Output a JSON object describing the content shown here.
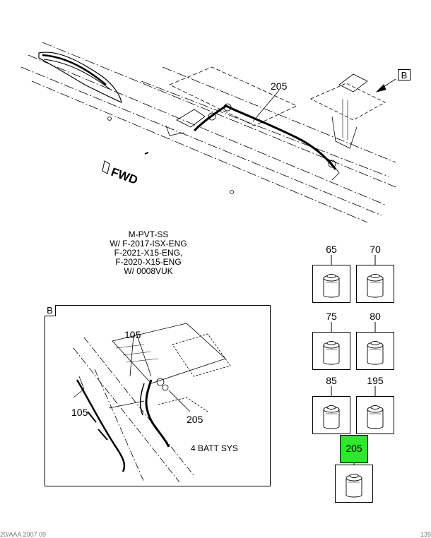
{
  "main_view": {
    "callout_205": "205",
    "view_b_marker": "B",
    "fwd_label": "FWD"
  },
  "application_note": {
    "lines": [
      "M-PVT-SS",
      "W/ F-2017-ISX-ENG",
      "F-2021-X15-ENG,",
      "F-2020-X15-ENG",
      "W/ 0008VUK"
    ]
  },
  "detail_b": {
    "letter": "B",
    "callouts": [
      "105",
      "105",
      "205"
    ],
    "caption": "4 BATT SYS"
  },
  "parts": [
    {
      "number": "65",
      "icon": "connector-icon"
    },
    {
      "number": "70",
      "icon": "connector-icon"
    },
    {
      "number": "75",
      "icon": "connector-icon"
    },
    {
      "number": "80",
      "icon": "connector-icon"
    },
    {
      "number": "85",
      "icon": "connector-icon"
    },
    {
      "number": "195",
      "icon": "connector-icon"
    }
  ],
  "highlighted_part": {
    "number": "205",
    "icon": "connector-icon",
    "highlight_color": "#2ee82e"
  },
  "footer": {
    "left": "20/AAA 2007 09",
    "right": "139"
  }
}
